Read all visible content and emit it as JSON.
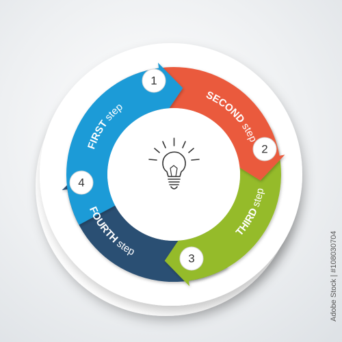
{
  "colors": {
    "background": "#eef0f2",
    "plate": "#ffffff",
    "step1": "#1e9bd7",
    "step2": "#ea5a3d",
    "step3": "#95bb2a",
    "step4": "#2c4f73",
    "icon": "#333333"
  },
  "center_icon": "light-bulb-icon",
  "steps": [
    {
      "number": "1",
      "label_strong": "FIRST",
      "label_light": "step",
      "color": "#1e9bd7"
    },
    {
      "number": "2",
      "label_strong": "SECOND",
      "label_light": "step",
      "color": "#ea5a3d"
    },
    {
      "number": "3",
      "label_strong": "THIRD",
      "label_light": "step",
      "color": "#95bb2a"
    },
    {
      "number": "4",
      "label_strong": "FOURTH",
      "label_light": "step",
      "color": "#2c4f73"
    }
  ],
  "watermark": "Adobe Stock | #108030704"
}
